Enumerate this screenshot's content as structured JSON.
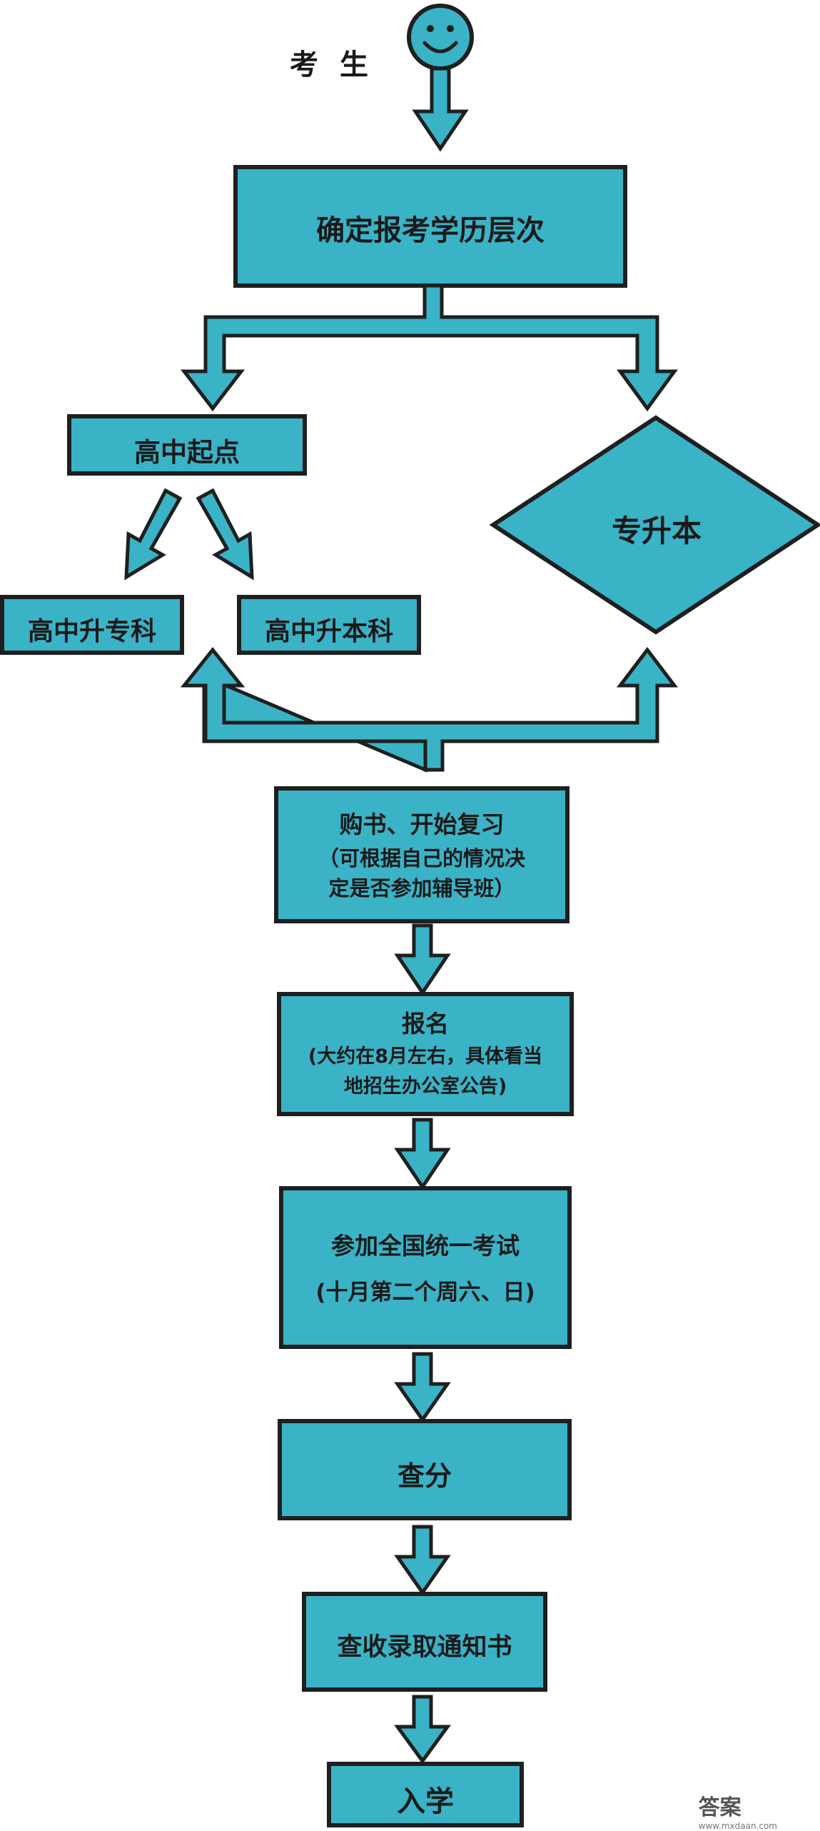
{
  "colors": {
    "fill": "#3ab3c6",
    "stroke": "#1f1f1f",
    "text": "#1a1a1a",
    "background": "#ffffff"
  },
  "candidate": {
    "label": "考 生",
    "icon": "smiley-face-icon"
  },
  "steps": {
    "determine_level": "确定报考学历层次",
    "high_school_start": "高中起点",
    "hs_to_college": "高中升专科",
    "hs_to_bachelor": "高中升本科",
    "college_to_bachelor": "专升本",
    "buy_books": {
      "title": "购书、开始复习",
      "line1": "（可根据自己的情况决",
      "line2": "定是否参加辅导班）"
    },
    "register": {
      "title": "报名",
      "line1": "(大约在8月左右，具体看当",
      "line2": "地招生办公室公告)"
    },
    "national_exam": {
      "title": "参加全国统一考试",
      "line1": "(十月第二个周六、日)"
    },
    "check_scores": "查分",
    "admission_notice": "查收录取通知书",
    "enrollment": "入学"
  },
  "watermark": {
    "text": "答案",
    "url": "www.mxdaan.com"
  }
}
